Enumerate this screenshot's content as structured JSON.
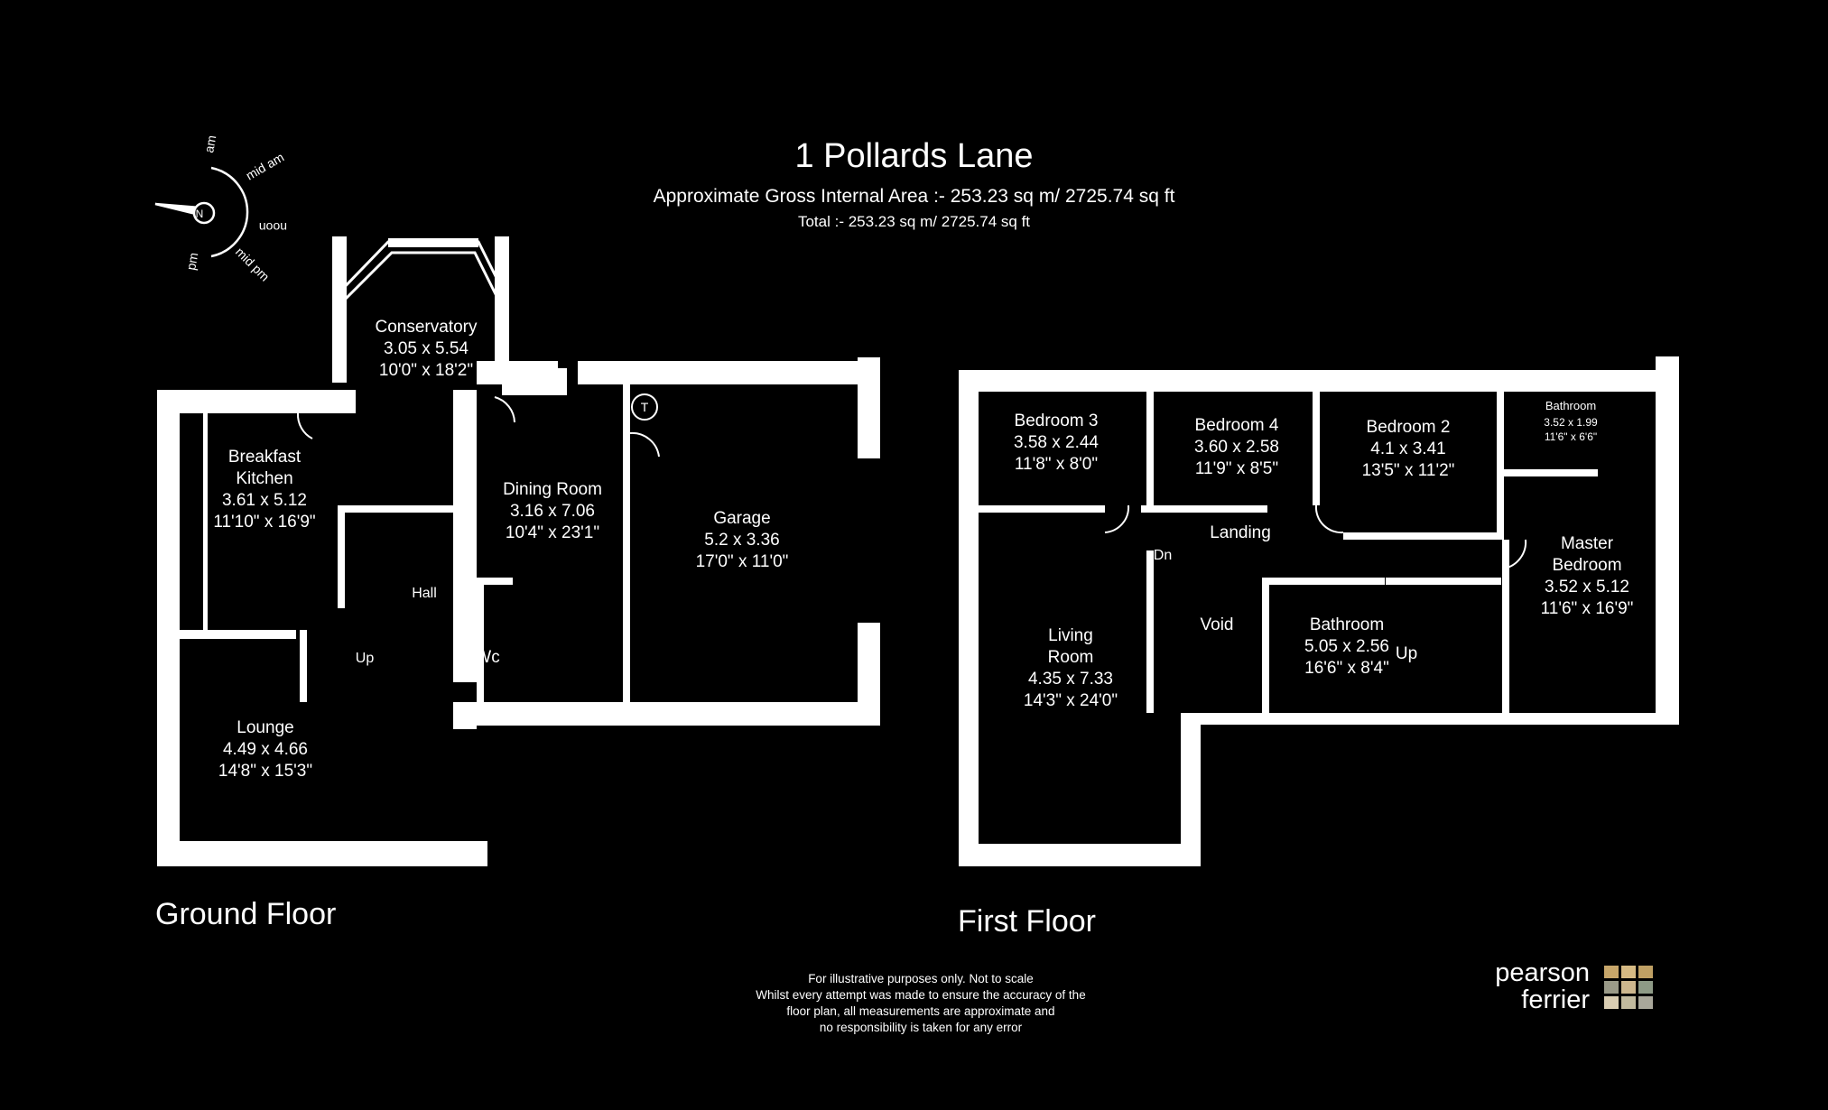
{
  "header": {
    "title": "1 Pollards Lane",
    "area": "Approximate Gross Internal Area :- 253.23 sq m/ 2725.74 sq ft",
    "total": "Total :- 253.23 sq m/ 2725.74 sq ft"
  },
  "compass": {
    "north": "N",
    "labels": [
      "am",
      "mid am",
      "noon",
      "mid pm",
      "pm"
    ]
  },
  "ground_floor": {
    "label": "Ground Floor",
    "rooms": {
      "conservatory": {
        "name": "Conservatory",
        "metric": "3.05 x 5.54",
        "imperial": "10'0\" x 18'2\""
      },
      "kitchen": {
        "name1": "Breakfast",
        "name2": "Kitchen",
        "metric": "3.61 x 5.12",
        "imperial": "11'10\" x 16'9\""
      },
      "dining": {
        "name": "Dining Room",
        "metric": "3.16 x 7.06",
        "imperial": "10'4\" x 23'1\""
      },
      "garage": {
        "name": "Garage",
        "metric": "5.2 x 3.36",
        "imperial": "17'0\" x 11'0\""
      },
      "hall": {
        "name": "Hall"
      },
      "wc": {
        "name": "Wc"
      },
      "stairs": {
        "name": "Up"
      },
      "lounge": {
        "name": "Lounge",
        "metric": "4.49 x 4.66",
        "imperial": "14'8\" x 15'3\""
      },
      "tank": {
        "name": "T"
      }
    }
  },
  "first_floor": {
    "label": "First Floor",
    "rooms": {
      "bed3": {
        "name": "Bedroom 3",
        "metric": "3.58 x 2.44",
        "imperial": "11'8\" x 8'0\""
      },
      "bed4": {
        "name": "Bedroom 4",
        "metric": "3.60 x 2.58",
        "imperial": "11'9\" x 8'5\""
      },
      "bed2": {
        "name": "Bedroom 2",
        "metric": "4.1 x 3.41",
        "imperial": "13'5\" x 11'2\""
      },
      "ensuite": {
        "name": "Bathroom",
        "metric": "3.52 x 1.99",
        "imperial": "11'6\" x 6'6\""
      },
      "landing": {
        "name": "Landing"
      },
      "down": {
        "name": "Dn"
      },
      "void": {
        "name": "Void"
      },
      "living": {
        "name1": "Living",
        "name2": "Room",
        "metric": "4.35 x 7.33",
        "imperial": "14'3\" x 24'0\""
      },
      "bathroom": {
        "name": "Bathroom",
        "metric": "5.05 x 2.56",
        "imperial": "16'6\" x 8'4\""
      },
      "up": {
        "name": "Up"
      },
      "master": {
        "name1": "Master",
        "name2": "Bedroom",
        "metric": "3.52 x 5.12",
        "imperial": "11'6\" x 16'9\""
      }
    }
  },
  "disclaimer": [
    "For illustrative purposes only. Not to scale",
    "Whilst every attempt was made to ensure the accuracy of the",
    "floor plan, all measurements are approximate and",
    "no responsibility is taken for any error"
  ],
  "brand": {
    "line1": "pearson",
    "line2": "ferrier",
    "colors": [
      "#c7a66a",
      "#d6ba84",
      "#bfa064",
      "#9a9a88",
      "#cdb78e",
      "#8e9a86",
      "#d9cdb2",
      "#c2ba9e",
      "#a9a79a"
    ]
  }
}
